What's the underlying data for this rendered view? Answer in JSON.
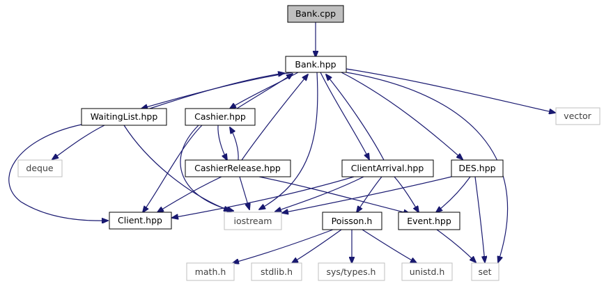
{
  "colors": {
    "edge": "#191970",
    "node_border": "#000000",
    "external_border": "#bfbfbf",
    "external_text": "#404040",
    "root_fill": "#bfbfbf",
    "node_fill": "#ffffff"
  },
  "nodes": [
    {
      "id": "bank_cpp",
      "label": "Bank.cpp",
      "kind": "root"
    },
    {
      "id": "bank_hpp",
      "label": "Bank.hpp",
      "kind": "file"
    },
    {
      "id": "waitinglist_hpp",
      "label": "WaitingList.hpp",
      "kind": "file"
    },
    {
      "id": "cashier_hpp",
      "label": "Cashier.hpp",
      "kind": "file"
    },
    {
      "id": "vector",
      "label": "vector",
      "kind": "external"
    },
    {
      "id": "deque",
      "label": "deque",
      "kind": "external"
    },
    {
      "id": "cashierrelease_hpp",
      "label": "CashierRelease.hpp",
      "kind": "file"
    },
    {
      "id": "clientarrival_hpp",
      "label": "ClientArrival.hpp",
      "kind": "file"
    },
    {
      "id": "des_hpp",
      "label": "DES.hpp",
      "kind": "file"
    },
    {
      "id": "client_hpp",
      "label": "Client.hpp",
      "kind": "file"
    },
    {
      "id": "iostream",
      "label": "iostream",
      "kind": "external"
    },
    {
      "id": "poisson_h",
      "label": "Poisson.h",
      "kind": "file"
    },
    {
      "id": "event_hpp",
      "label": "Event.hpp",
      "kind": "file"
    },
    {
      "id": "math_h",
      "label": "math.h",
      "kind": "external"
    },
    {
      "id": "stdlib_h",
      "label": "stdlib.h",
      "kind": "external"
    },
    {
      "id": "sys_types_h",
      "label": "sys/types.h",
      "kind": "external"
    },
    {
      "id": "unistd_h",
      "label": "unistd.h",
      "kind": "external"
    },
    {
      "id": "set",
      "label": "set",
      "kind": "external"
    }
  ],
  "edges": [
    [
      "bank_cpp",
      "bank_hpp"
    ],
    [
      "bank_hpp",
      "waitinglist_hpp"
    ],
    [
      "waitinglist_hpp",
      "bank_hpp"
    ],
    [
      "bank_hpp",
      "cashier_hpp"
    ],
    [
      "cashier_hpp",
      "bank_hpp"
    ],
    [
      "cashierrelease_hpp",
      "bank_hpp"
    ],
    [
      "bank_hpp",
      "clientarrival_hpp"
    ],
    [
      "clientarrival_hpp",
      "bank_hpp"
    ],
    [
      "bank_hpp",
      "des_hpp"
    ],
    [
      "bank_hpp",
      "vector"
    ],
    [
      "bank_hpp",
      "set"
    ],
    [
      "bank_hpp",
      "iostream"
    ],
    [
      "waitinglist_hpp",
      "deque"
    ],
    [
      "waitinglist_hpp",
      "client_hpp"
    ],
    [
      "waitinglist_hpp",
      "iostream"
    ],
    [
      "cashier_hpp",
      "cashierrelease_hpp"
    ],
    [
      "cashierrelease_hpp",
      "cashier_hpp"
    ],
    [
      "cashier_hpp",
      "client_hpp"
    ],
    [
      "cashier_hpp",
      "iostream"
    ],
    [
      "cashierrelease_hpp",
      "client_hpp"
    ],
    [
      "cashierrelease_hpp",
      "iostream"
    ],
    [
      "cashierrelease_hpp",
      "event_hpp"
    ],
    [
      "clientarrival_hpp",
      "client_hpp"
    ],
    [
      "clientarrival_hpp",
      "iostream"
    ],
    [
      "clientarrival_hpp",
      "poisson_h"
    ],
    [
      "clientarrival_hpp",
      "event_hpp"
    ],
    [
      "des_hpp",
      "iostream"
    ],
    [
      "des_hpp",
      "event_hpp"
    ],
    [
      "des_hpp",
      "set"
    ],
    [
      "event_hpp",
      "set"
    ],
    [
      "poisson_h",
      "math_h"
    ],
    [
      "poisson_h",
      "stdlib_h"
    ],
    [
      "poisson_h",
      "sys_types_h"
    ],
    [
      "poisson_h",
      "unistd_h"
    ]
  ]
}
